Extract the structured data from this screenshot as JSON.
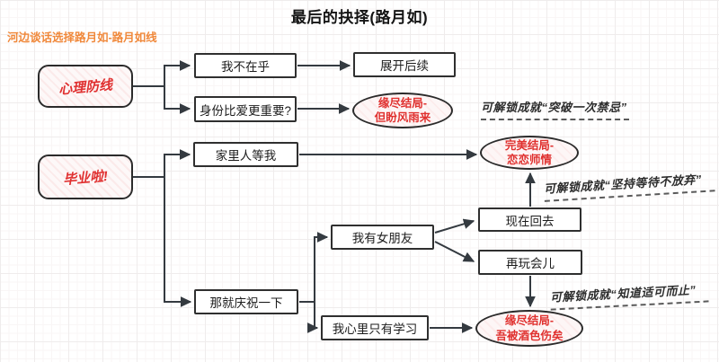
{
  "title": "最后的抉择(路月如)",
  "subtitle": "河边谈话选择路月如-路月如线",
  "colors": {
    "accent_red": "#e03131",
    "accent_orange": "#f0883a",
    "line": "#343a40",
    "node_border": "#2f2f2f",
    "background": "#ffffff"
  },
  "diagram": {
    "type": "flowchart",
    "groups": {
      "xinli_fangxian": {
        "label": "心理防线"
      },
      "biye_la": {
        "label": "毕业啦!"
      }
    },
    "choices": {
      "wo_bu_zai_hu": {
        "label": "我不在乎"
      },
      "shenfen_bi_ai": {
        "label": "身份比爱更重要?"
      },
      "zhankai_houxu": {
        "label": "展开后续"
      },
      "jiali_ren_deng_wo": {
        "label": "家里人等我"
      },
      "najiu_qingzhu": {
        "label": "那就庆祝一下"
      },
      "wo_you_nv_pengyou": {
        "label": "我有女朋友"
      },
      "wo_xinli_zhiyou_xuexi": {
        "label": "我心里只有学习"
      },
      "xianzai_huiqu": {
        "label": "现在回去"
      },
      "zai_wan_huir": {
        "label": "再玩会儿"
      }
    },
    "endings": {
      "dan_pan_feng_yu_lai": {
        "line1": "缘尽结局-",
        "line2": "但盼风雨来"
      },
      "lian_lian_shi_qing": {
        "line1": "完美结局-",
        "line2": "恋恋师情"
      },
      "wu_bei_jiu_se_shang": {
        "line1": "缘尽结局-",
        "line2": "吾被酒色伤矣"
      }
    },
    "annotations": {
      "tupo_jinji": "可解锁成就“突破一次禁忌”",
      "jianchi_dengdai": "可解锁成就“坚持等待不放弃”",
      "zhidao_shike": "可解锁成就“知道适可而止”"
    },
    "edges": [
      "心理防线→我不在乎",
      "心理防线→身份比爱更重要?",
      "我不在乎→展开后续",
      "身份比爱更重要?→缘尽结局-但盼风雨来",
      "毕业啦!→家里人等我",
      "毕业啦!→那就庆祝一下",
      "家里人等我→完美结局-恋恋师情",
      "那就庆祝一下→我有女朋友",
      "那就庆祝一下→我心里只有学习",
      "我有女朋友→现在回去",
      "我有女朋友→再玩会儿",
      "现在回去→完美结局-恋恋师情",
      "再玩会儿→缘尽结局-吾被酒色伤矣",
      "我心里只有学习→缘尽结局-吾被酒色伤矣"
    ]
  }
}
